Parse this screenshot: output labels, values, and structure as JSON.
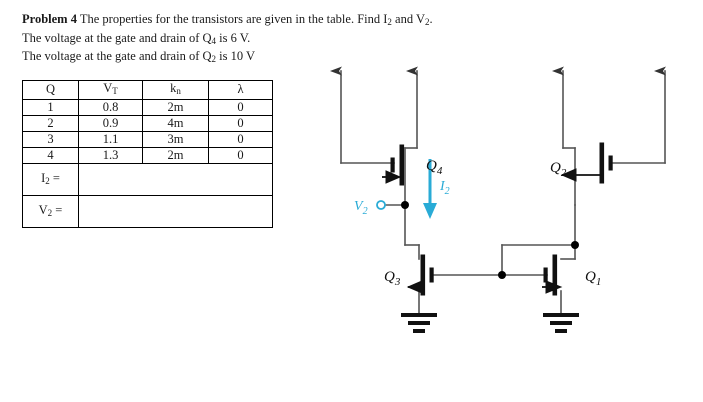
{
  "problem": {
    "label": "Problem 4",
    "line1_rest": " The properties for the transistors are given in the table.  Find I",
    "line1_sub1": "2",
    "line1_mid": " and V",
    "line1_sub2": "2",
    "line1_end": ".",
    "line2_a": "The voltage at the gate and drain of Q",
    "line2_sub": "4",
    "line2_b": " is 6 V.",
    "line3_a": "The voltage at the gate and drain of Q",
    "line3_sub": "2",
    "line3_b": " is 10 V"
  },
  "table": {
    "headers": {
      "q": "Q",
      "vt_base": "V",
      "vt_sub": "T",
      "kn_base": "k",
      "kn_sub": "n",
      "lambda": "λ"
    },
    "rows": [
      {
        "q": "1",
        "vt": "0.8",
        "kn": "2m",
        "lambda": "0"
      },
      {
        "q": "2",
        "vt": "0.9",
        "kn": "4m",
        "lambda": "0"
      },
      {
        "q": "3",
        "vt": "1.1",
        "kn": "3m",
        "lambda": "0"
      },
      {
        "q": "4",
        "vt": "1.3",
        "kn": "2m",
        "lambda": "0"
      }
    ],
    "answer_rows": [
      {
        "base": "I",
        "sub": "2",
        "eq": " =",
        "value": ""
      },
      {
        "base": "V",
        "sub": "2",
        "eq": " =",
        "value": ""
      }
    ]
  },
  "circuit": {
    "accent_color": "#29ABD6",
    "wire_color": "#555555",
    "device_color": "#111111",
    "labels": {
      "q1_base": "Q",
      "q1_sub": "1",
      "q2_base": "Q",
      "q2_sub": "2",
      "q3_base": "Q",
      "q3_sub": "3",
      "q4_base": "Q",
      "q4_sub": "4",
      "i2_base": "I",
      "i2_sub": "2",
      "v2_base": "V",
      "v2_sub": "2"
    }
  }
}
